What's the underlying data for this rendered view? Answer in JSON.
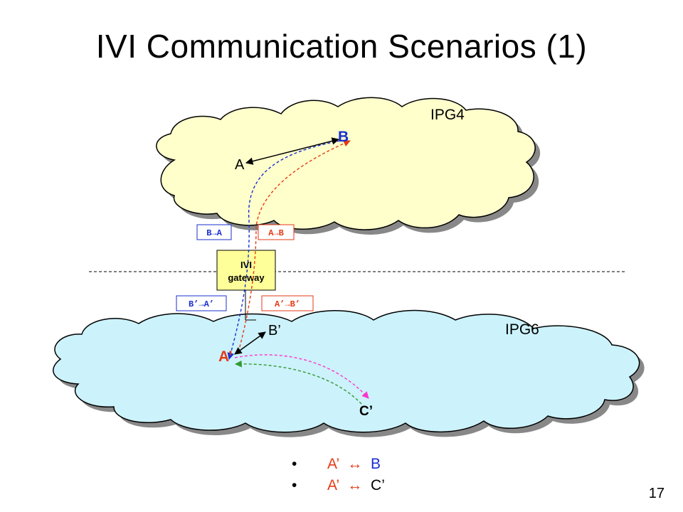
{
  "title": "IVI Communication Scenarios (1)",
  "clouds": {
    "ipv4_label": "IPG4",
    "ipv6_label": "IPG6"
  },
  "nodes": {
    "b": "B",
    "a": "A",
    "b_prime": "B’",
    "a_prime": "A’",
    "c_prime": "C’"
  },
  "gateway": {
    "line1": "IVI",
    "line2": "gateway"
  },
  "packet_labels": {
    "b_to_a": "B→A",
    "a_to_b": "A→B",
    "bp_to_ap": "B’→A’",
    "ap_to_bp": "A’→B’"
  },
  "bullets": [
    {
      "left": "A’",
      "arrow": "↔",
      "right": "B"
    },
    {
      "left": "A’",
      "arrow": "↔",
      "right": "C’"
    }
  ],
  "page_number": "17",
  "colors": {
    "ipv4_cloud": "#ffffcc",
    "ipv6_cloud": "#ccf2fb",
    "gateway_fill": "#ffff99",
    "blue_path": "#1a2fd0",
    "red_path": "#e53a14",
    "magenta_path": "#ff33cc",
    "green_path": "#339933"
  }
}
